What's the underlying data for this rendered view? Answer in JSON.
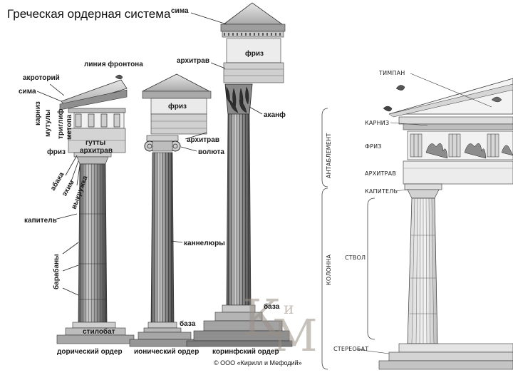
{
  "title": "Греческая ордерная система",
  "left_labels": {
    "akroterion": "акроторий",
    "pediment_line": "линия фронтона",
    "sima": "сима",
    "cornice": "карниз",
    "mutules": "мутулы",
    "triglyph": "триглиф",
    "metope": "метопа",
    "guttae": "гутты",
    "frieze": "фриз",
    "architrave": "архитрав",
    "abacus": "абака",
    "echinus": "эхим",
    "neck": "выкружка",
    "capital": "капитель",
    "drums": "барабаны",
    "stylobate": "стилобат"
  },
  "ionic_labels": {
    "frieze": "фриз",
    "architrave": "архитрав",
    "volute": "волюта",
    "flutes": "каннелюры",
    "base": "база"
  },
  "corinthian_labels": {
    "sima": "сима",
    "architrave": "архитрав",
    "frieze": "фриз",
    "acanthus": "аканф",
    "base": "база"
  },
  "captions": {
    "doric": "дорический ордер",
    "ionic": "ионический ордер",
    "corinthian": "коринфский ордер"
  },
  "right_labels": {
    "tympanum": "ТИМПАН",
    "cornice": "КАРНИЗ",
    "frieze": "ФРИЗ",
    "architrave": "АРХИТРАВ",
    "capital": "КАПИТЕЛЬ",
    "shaft": "СТВОЛ",
    "stereobate": "СТЕРЕОБАТ",
    "entablature": "АНТАБЛЕМЕНТ",
    "column": "КОЛОННА"
  },
  "copyright": "© ООО «Кирилл и Мефодий»"
}
